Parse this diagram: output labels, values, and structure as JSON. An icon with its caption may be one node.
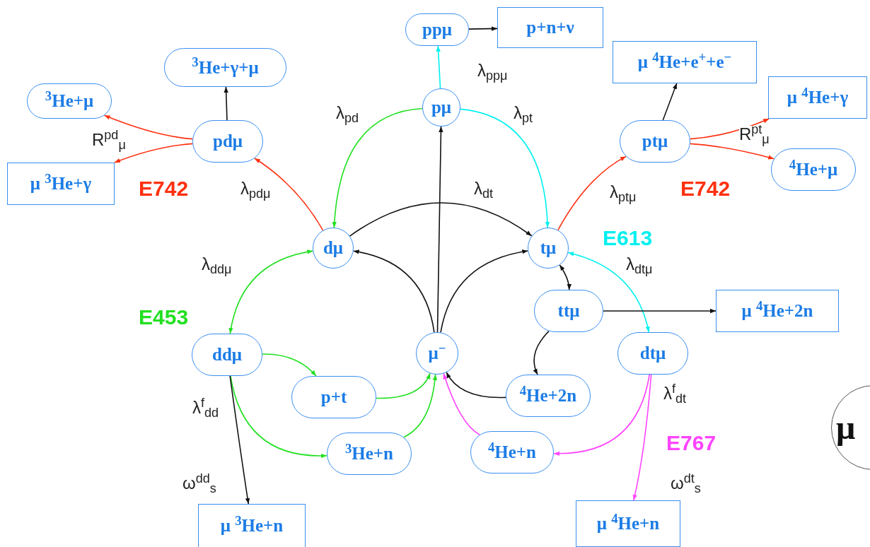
{
  "diagram": {
    "nodes": [
      {
        "text": [
          "ppμ"
        ]
      },
      {
        "text": [
          "p+n+ν"
        ]
      },
      {
        "text": [
          "pμ"
        ]
      },
      {
        "text": [
          "$^{3}$He+γ+μ"
        ]
      },
      {
        "text": [
          "$^{3}$He+μ"
        ]
      },
      {
        "text": [
          "pdμ"
        ]
      },
      {
        "text": [
          "μ $^{3}$He+γ"
        ]
      },
      {
        "text": [
          "μ $^{4}$He+e$^{+}$+e$^{−}$"
        ]
      },
      {
        "text": [
          "μ $^{4}$He+γ"
        ]
      },
      {
        "text": [
          "ptμ"
        ]
      },
      {
        "text": [
          "$^{4}$He+μ"
        ]
      },
      {
        "text": [
          "dμ"
        ]
      },
      {
        "text": [
          "tμ"
        ]
      },
      {
        "text": [
          "ttμ"
        ]
      },
      {
        "text": [
          "μ $^{4}$He+2n"
        ]
      },
      {
        "text": [
          "ddμ"
        ]
      },
      {
        "text": [
          "μ$^{−}$"
        ]
      },
      {
        "text": [
          "dtμ"
        ]
      },
      {
        "text": [
          "p+t"
        ]
      },
      {
        "text": [
          "$^{4}$He+2n"
        ]
      },
      {
        "text": [
          "$^{3}$He+n"
        ]
      },
      {
        "text": [
          "$^{4}$He+n"
        ]
      },
      {
        "text": [
          "μ $^{3}$He+n"
        ]
      },
      {
        "text": [
          "μ $^{4}$He+n"
        ]
      },
      {
        "text": [
          "μ"
        ]
      }
    ],
    "edges": [
      {
        "from": 0,
        "to": 1,
        "arrow": "to"
      },
      {
        "from": 2,
        "to": 0,
        "arrow": "to",
        "label": "λ$_{ppμ}$",
        "color": "#00f0f0"
      },
      {
        "from": 16,
        "to": 2,
        "arrow": "to"
      },
      {
        "from": 2,
        "to": 11,
        "arrow": "to",
        "label": "λ$_{pd}$",
        "color": "#22e022"
      },
      {
        "from": 2,
        "to": 12,
        "arrow": "to",
        "label": "λ$_{pt}$",
        "color": "#00f0f0"
      },
      {
        "from": 11,
        "to": 12,
        "arrow": "to",
        "label": "λ$_{dt}$"
      },
      {
        "from": 16,
        "to": 11,
        "arrow": "to"
      },
      {
        "from": 16,
        "to": 12,
        "arrow": "to"
      },
      {
        "from": 11,
        "to": 5,
        "arrow": "to",
        "label": "λ$_{pdμ}$",
        "color": "#ff3010"
      },
      {
        "from": 5,
        "to": 3,
        "arrow": "to"
      },
      {
        "from": 5,
        "to": 4,
        "arrow": "to",
        "label": "R$^{pd}$$_{μ}$",
        "color": "#ff3010"
      },
      {
        "from": 5,
        "to": 6,
        "arrow": "to",
        "color": "#ff3010"
      },
      {
        "from": 12,
        "to": 9,
        "arrow": "to",
        "label": "λ$_{ptμ}$",
        "color": "#ff3010"
      },
      {
        "from": 9,
        "to": 7,
        "arrow": "to"
      },
      {
        "from": 9,
        "to": 8,
        "arrow": "to",
        "label": "R$^{pt}$$_{μ}$",
        "color": "#ff3010"
      },
      {
        "from": 9,
        "to": 10,
        "arrow": "to",
        "color": "#ff3010"
      },
      {
        "from": 11,
        "to": 15,
        "arrow": "both",
        "label": "λ$_{ddμ}$",
        "color": "#22e022"
      },
      {
        "from": 12,
        "to": 17,
        "arrow": "both",
        "label": "λ$_{dtμ}$",
        "color": "#00f0f0"
      },
      {
        "from": 12,
        "to": 13,
        "arrow": "both"
      },
      {
        "from": 13,
        "to": 14,
        "arrow": "to"
      },
      {
        "from": 13,
        "to": 19,
        "arrow": "to"
      },
      {
        "from": 19,
        "to": 16,
        "arrow": "to"
      },
      {
        "from": 15,
        "to": 18,
        "arrow": "to",
        "color": "#22e022"
      },
      {
        "from": 15,
        "to": 20,
        "arrow": "to",
        "color": "#22e022"
      },
      {
        "from": 18,
        "to": 16,
        "arrow": "to",
        "color": "#22e022"
      },
      {
        "from": 20,
        "to": 16,
        "arrow": "to",
        "color": "#22e022"
      },
      {
        "from": 15,
        "to": 22,
        "arrow": "to",
        "label": "λ$^{f}$$_{dd}$"
      },
      {
        "from": 17,
        "to": 21,
        "arrow": "to",
        "color": "#ff44ff"
      },
      {
        "from": 17,
        "to": 23,
        "arrow": "to",
        "label": "λ$^{f}$$_{dt}$",
        "color": "#ff44ff"
      },
      {
        "from": 21,
        "to": 16,
        "arrow": "to",
        "color": "#ff44ff"
      }
    ],
    "labels": [
      "E742",
      "E742",
      "E613",
      "E453",
      "E767",
      "ω$^{dd}$$_{s}$",
      "ω$^{dt}$$_{s}$"
    ]
  }
}
